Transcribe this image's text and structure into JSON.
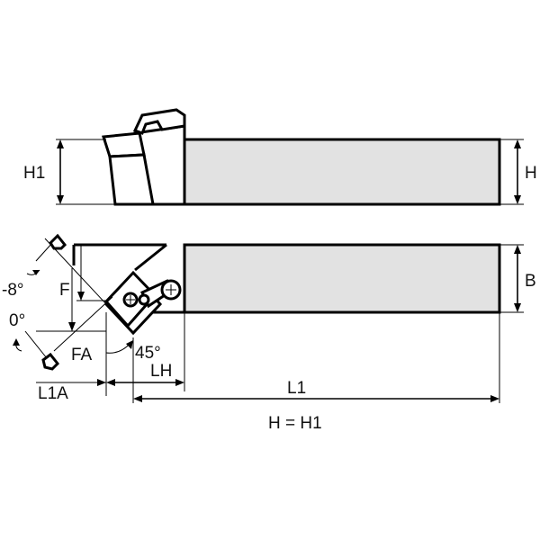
{
  "labels": {
    "h1_left": "H1",
    "h_right": "H",
    "b_right": "B",
    "f": "F",
    "fa": "FA",
    "angle_neg8": "-8°",
    "angle_0": "0°",
    "angle_45": "45°",
    "lh": "LH",
    "l1a": "L1A",
    "l1": "L1",
    "formula": "H = H1"
  }
}
